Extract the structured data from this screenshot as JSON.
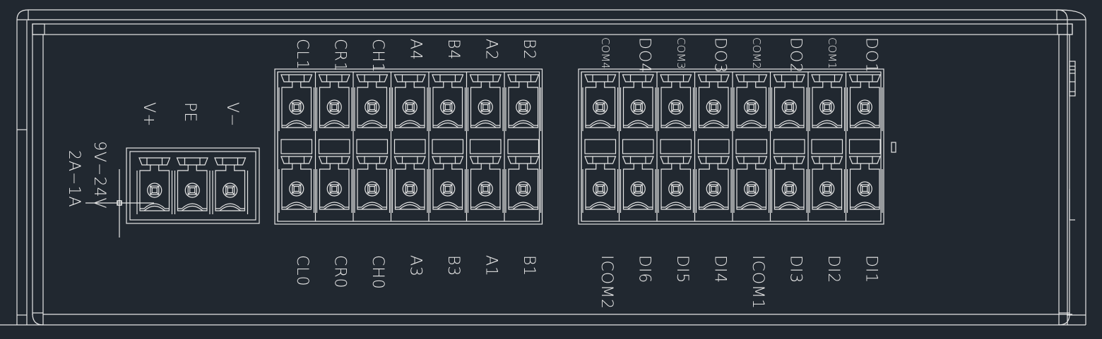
{
  "drawing": {
    "background": "#212830",
    "line_color": "#e6e6e6"
  },
  "power": {
    "labels": [
      "V+",
      "PE",
      "V−"
    ],
    "rating_voltage": "9V−24V",
    "rating_current": "2A−1A"
  },
  "analog_block": {
    "top_labels": [
      "CL1",
      "CR1",
      "CH1",
      "A4",
      "B4",
      "A2",
      "B2"
    ],
    "bottom_labels": [
      "CL0",
      "CR0",
      "CH0",
      "A3",
      "B3",
      "A1",
      "B1"
    ]
  },
  "digital_block": {
    "top_labels": [
      "COM4",
      "DO4",
      "COM3",
      "DO3",
      "COM2",
      "DO2",
      "COM1",
      "DO1"
    ],
    "bottom_labels": [
      "ICOM2",
      "DI6",
      "DI5",
      "DI4",
      "ICOM1",
      "DI3",
      "DI2",
      "DI1"
    ]
  }
}
